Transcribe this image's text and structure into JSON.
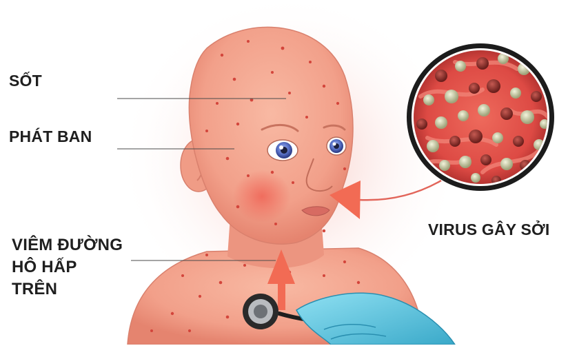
{
  "labels": {
    "fever": "SỐT",
    "rash": "PHÁT BAN",
    "respiratory_lines": [
      "VIÊM ĐƯỜNG",
      "HÔ HẤP",
      "TRÊN"
    ],
    "virus": "VIRUS GÂY SỞI"
  },
  "colors": {
    "skin": "#f4a68f",
    "skin_shadow": "#e47f6b",
    "rash_spot": "#d3453b",
    "arrow": "#f26b54",
    "eye_iris": "#5a73c9",
    "glove": "#57c4df",
    "virus_background": "#e2504a",
    "virus_particle_light": "#c5c8a0",
    "virus_particle_dark": "#8a2a26",
    "lens_rim": "#1c1c1c"
  },
  "icons": [
    "stethoscope-icon",
    "glove-icon",
    "magnifier-lens-icon",
    "arrow-up-icon",
    "arrow-left-icon"
  ]
}
